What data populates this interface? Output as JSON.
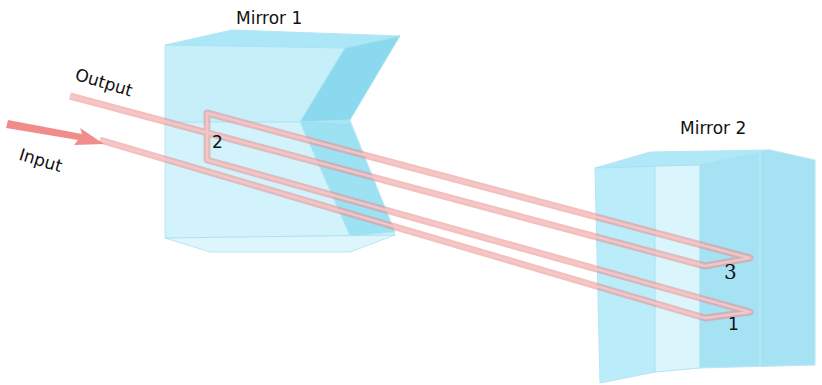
{
  "diagram": {
    "labels": [
      "Mirror 1",
      "Mirror 2",
      "Output",
      "Input",
      "2",
      "3",
      "1"
    ]
  }
}
